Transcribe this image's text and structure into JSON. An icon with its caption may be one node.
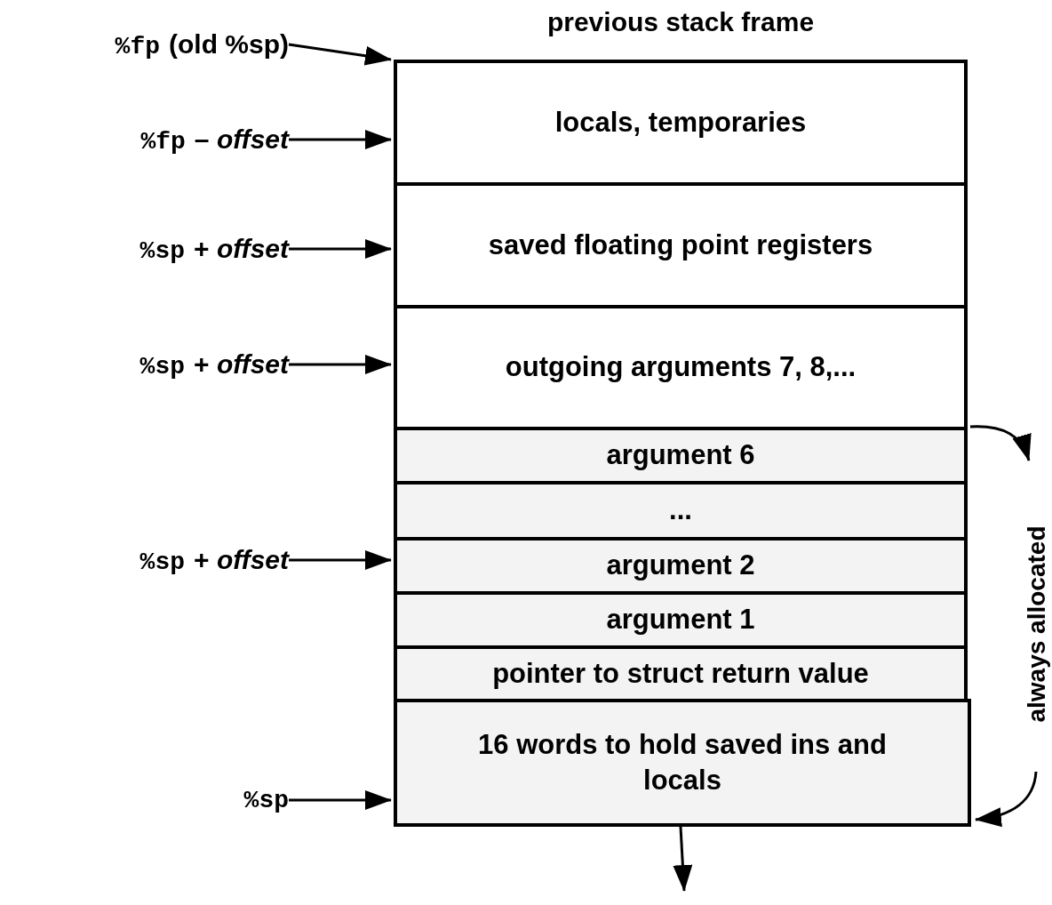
{
  "diagram": {
    "nodes": [
      {
        "text": [
          "%fp",
          "(old %sp)"
        ]
      },
      {
        "text": [
          "%fp",
          "– *offset*"
        ]
      },
      {
        "text": [
          "%sp",
          "+ *offset*"
        ]
      },
      {
        "text": [
          "%sp",
          "+  *offset*"
        ]
      },
      {
        "text": [
          "%sp",
          "+ *offset*"
        ]
      },
      {
        "text": [
          "%sp"
        ]
      },
      {
        "text": [
          "locals, temporaries"
        ]
      },
      {
        "text": [
          "saved floating point registers"
        ]
      },
      {
        "text": [
          "outgoing arguments 7, 8,..."
        ]
      },
      {
        "text": [
          "argument 6"
        ]
      },
      {
        "text": [
          "..."
        ]
      },
      {
        "text": [
          "argument 2"
        ]
      },
      {
        "text": [
          "argument 1"
        ]
      },
      {
        "text": [
          "pointer to struct return value"
        ]
      },
      {
        "text": [
          "16 words to hold saved ins and locals"
        ]
      }
    ],
    "edges": [
      {
        "from": 0,
        "to": 6,
        "arrow": "to"
      },
      {
        "from": 1,
        "to": 6,
        "arrow": "to"
      },
      {
        "from": 2,
        "to": 7,
        "arrow": "to"
      },
      {
        "from": 3,
        "to": 8,
        "arrow": "to"
      },
      {
        "from": 4,
        "to": 11,
        "arrow": "to"
      },
      {
        "from": 5,
        "to": 14,
        "arrow": "to"
      },
      {
        "from": 14,
        "to": null,
        "arrow": "to"
      }
    ],
    "labels": [
      "previous stack frame",
      "always allocated"
    ]
  }
}
